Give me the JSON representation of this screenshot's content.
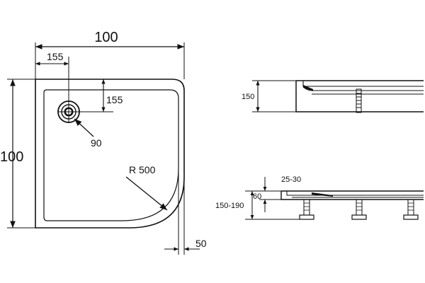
{
  "plan_view": {
    "width_label": "100",
    "height_label": "100",
    "drain_offset_x_label": "155",
    "drain_offset_y_label": "155",
    "drain_diameter_label": "90",
    "radius_label": "R 500",
    "rim_label": "50"
  },
  "side_view_top": {
    "height_label": "150"
  },
  "side_view_bottom": {
    "adjust_label": "25-30",
    "base_label": "60",
    "range_label": "150-190"
  },
  "colors": {
    "line": "#111111",
    "background": "#ffffff"
  }
}
